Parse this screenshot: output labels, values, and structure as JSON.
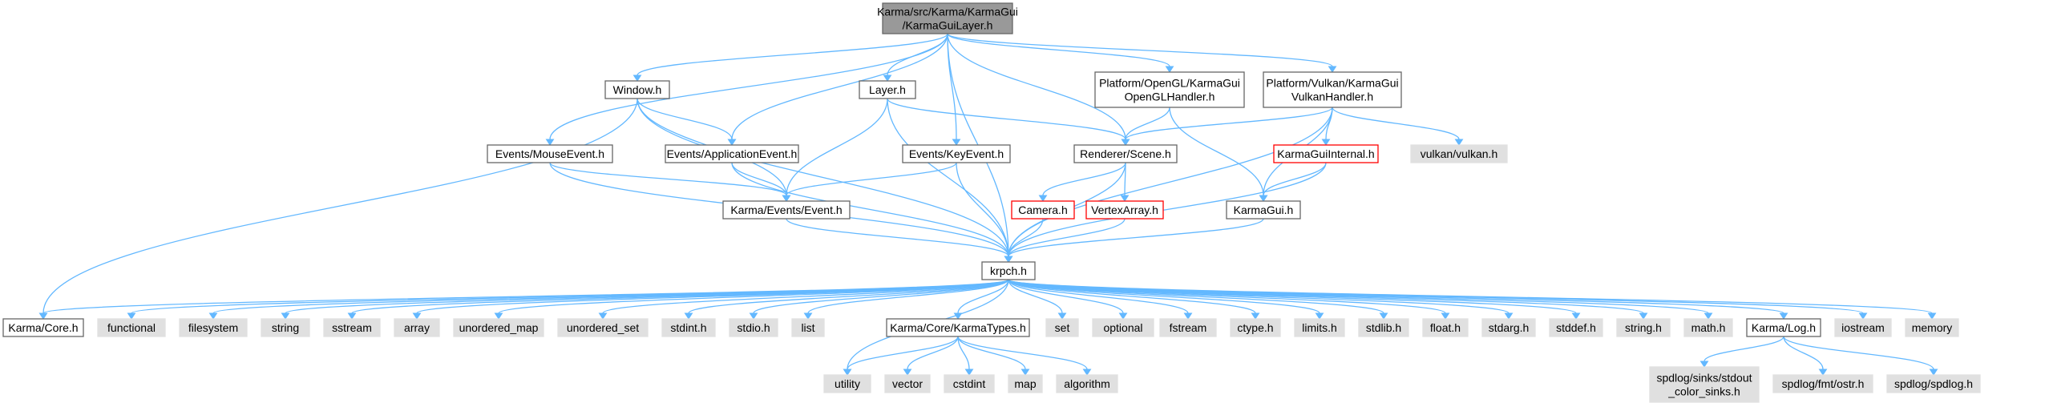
{
  "colors": {
    "edge": "#63b8ff",
    "root_fill": "#999999",
    "root_border": "#666666",
    "node_fill": "#ffffff",
    "node_border": "#666666",
    "truncated_border": "#ff0000",
    "external_fill": "#e0e0e0",
    "external_border": "#e0e0e0"
  },
  "nodes": {
    "root": [
      "Karma/src/Karma/KarmaGui",
      "/KarmaGuiLayer.h"
    ],
    "window": [
      "Window.h"
    ],
    "layer": [
      "Layer.h"
    ],
    "opengl": [
      "Platform/OpenGL/KarmaGui",
      "OpenGLHandler.h"
    ],
    "vulkanhandler": [
      "Platform/Vulkan/KarmaGui",
      "VulkanHandler.h"
    ],
    "mouseevent": [
      "Events/MouseEvent.h"
    ],
    "appevent": [
      "Events/ApplicationEvent.h"
    ],
    "keyevent": [
      "Events/KeyEvent.h"
    ],
    "scene": [
      "Renderer/Scene.h"
    ],
    "guiinternal": [
      "KarmaGuiInternal.h"
    ],
    "vulkanvk": [
      "vulkan/vulkan.h"
    ],
    "event": [
      "Karma/Events/Event.h"
    ],
    "camera": [
      "Camera.h"
    ],
    "vertexarray": [
      "VertexArray.h"
    ],
    "karmagui": [
      "KarmaGui.h"
    ],
    "krpch": [
      "krpch.h"
    ],
    "core": [
      "Karma/Core.h"
    ],
    "functional": [
      "functional"
    ],
    "filesystem": [
      "filesystem"
    ],
    "string": [
      "string"
    ],
    "sstream": [
      "sstream"
    ],
    "array": [
      "array"
    ],
    "unordered_map": [
      "unordered_map"
    ],
    "unordered_set": [
      "unordered_set"
    ],
    "stdint": [
      "stdint.h"
    ],
    "stdio": [
      "stdio.h"
    ],
    "list": [
      "list"
    ],
    "karmatypes": [
      "Karma/Core/KarmaTypes.h"
    ],
    "set": [
      "set"
    ],
    "optional": [
      "optional"
    ],
    "fstream": [
      "fstream"
    ],
    "ctype": [
      "ctype.h"
    ],
    "limits": [
      "limits.h"
    ],
    "stdlib": [
      "stdlib.h"
    ],
    "float": [
      "float.h"
    ],
    "stdarg": [
      "stdarg.h"
    ],
    "stddef": [
      "stddef.h"
    ],
    "stringh": [
      "string.h"
    ],
    "math": [
      "math.h"
    ],
    "log": [
      "Karma/Log.h"
    ],
    "iostream": [
      "iostream"
    ],
    "memory": [
      "memory"
    ],
    "utility": [
      "utility"
    ],
    "vector": [
      "vector"
    ],
    "cstdint": [
      "cstdint"
    ],
    "map": [
      "map"
    ],
    "algorithm": [
      "algorithm"
    ],
    "stdoutsinks": [
      "spdlog/sinks/stdout",
      "_color_sinks.h"
    ],
    "fmtostr": [
      "spdlog/fmt/ostr.h"
    ],
    "spdlog": [
      "spdlog/spdlog.h"
    ]
  }
}
